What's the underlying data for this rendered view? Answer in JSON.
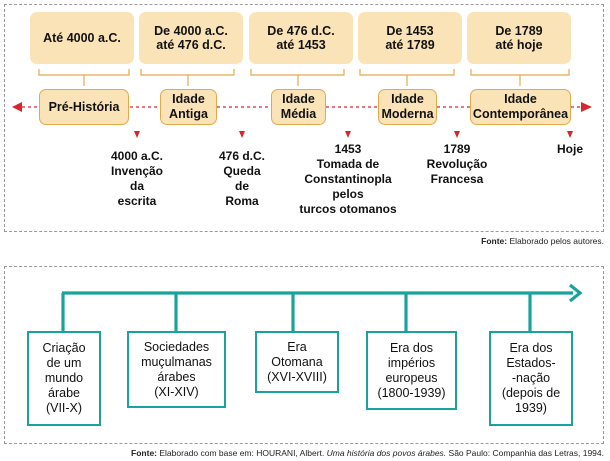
{
  "diagram1": {
    "periods": [
      {
        "line1": "Até 4000 a.C.",
        "line2": ""
      },
      {
        "line1": "De 4000 a.C.",
        "line2": "até 476 d.C."
      },
      {
        "line1": "De 476 d.C.",
        "line2": "até 1453"
      },
      {
        "line1": "De 1453",
        "line2": "até 1789"
      },
      {
        "line1": "De 1789",
        "line2": "até hoje"
      }
    ],
    "eras": [
      {
        "line1": "Pré-História",
        "line2": ""
      },
      {
        "line1": "Idade",
        "line2": "Antiga"
      },
      {
        "line1": "Idade",
        "line2": "Média"
      },
      {
        "line1": "Idade",
        "line2": "Moderna"
      },
      {
        "line1": "Idade",
        "line2": "Contemporânea"
      }
    ],
    "events": [
      {
        "lines": [
          "4000 a.C.",
          "Invenção",
          "da",
          "escrita"
        ]
      },
      {
        "lines": [
          "476 d.C.",
          "Queda",
          "de",
          "Roma"
        ]
      },
      {
        "lines": [
          "1453",
          "Tomada de",
          "Constantinopla",
          "pelos",
          "turcos otomanos"
        ]
      },
      {
        "lines": [
          "1789",
          "Revolução",
          "Francesa"
        ]
      },
      {
        "lines": [
          "Hoje"
        ]
      }
    ],
    "source_label": "Fonte:",
    "source_text": "Elaborado pelos autores.",
    "colors": {
      "fill": "#fbe3b8",
      "border": "#e4a94a",
      "arrow": "#d9262e"
    }
  },
  "diagram2": {
    "boxes": [
      {
        "lines": [
          "Criação",
          "de um",
          "mundo",
          "árabe",
          "(VII-X)"
        ]
      },
      {
        "lines": [
          "Sociedades",
          "muçulmanas",
          "árabes",
          "(XI-XIV)"
        ]
      },
      {
        "lines": [
          "Era",
          "Otomana",
          "(XVI-XVIII)"
        ]
      },
      {
        "lines": [
          "Era dos",
          "impérios",
          "europeus",
          "(1800-1939)"
        ]
      },
      {
        "lines": [
          "Era dos",
          "Estados-",
          "-nação",
          "(depois de",
          "1939)"
        ]
      }
    ],
    "source_label": "Fonte:",
    "source_prefix": "Elaborado com base em: HOURANI, Albert.",
    "source_title": "Uma história dos povos árabes.",
    "source_suffix": "São Paulo: Companhia das Letras, 1994.",
    "colors": {
      "line": "#1aa39c"
    }
  }
}
